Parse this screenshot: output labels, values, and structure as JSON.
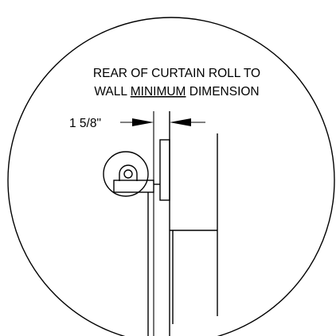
{
  "diagram": {
    "title_line1": "REAR OF CURTAIN ROLL TO",
    "title_line2_pre": "WALL ",
    "title_line2_emph": "MINIMUM",
    "title_line2_post": " DIMENSION",
    "dimension": "1 5/8\""
  },
  "colors": {
    "stroke": "#000000",
    "background": "#ffffff"
  }
}
